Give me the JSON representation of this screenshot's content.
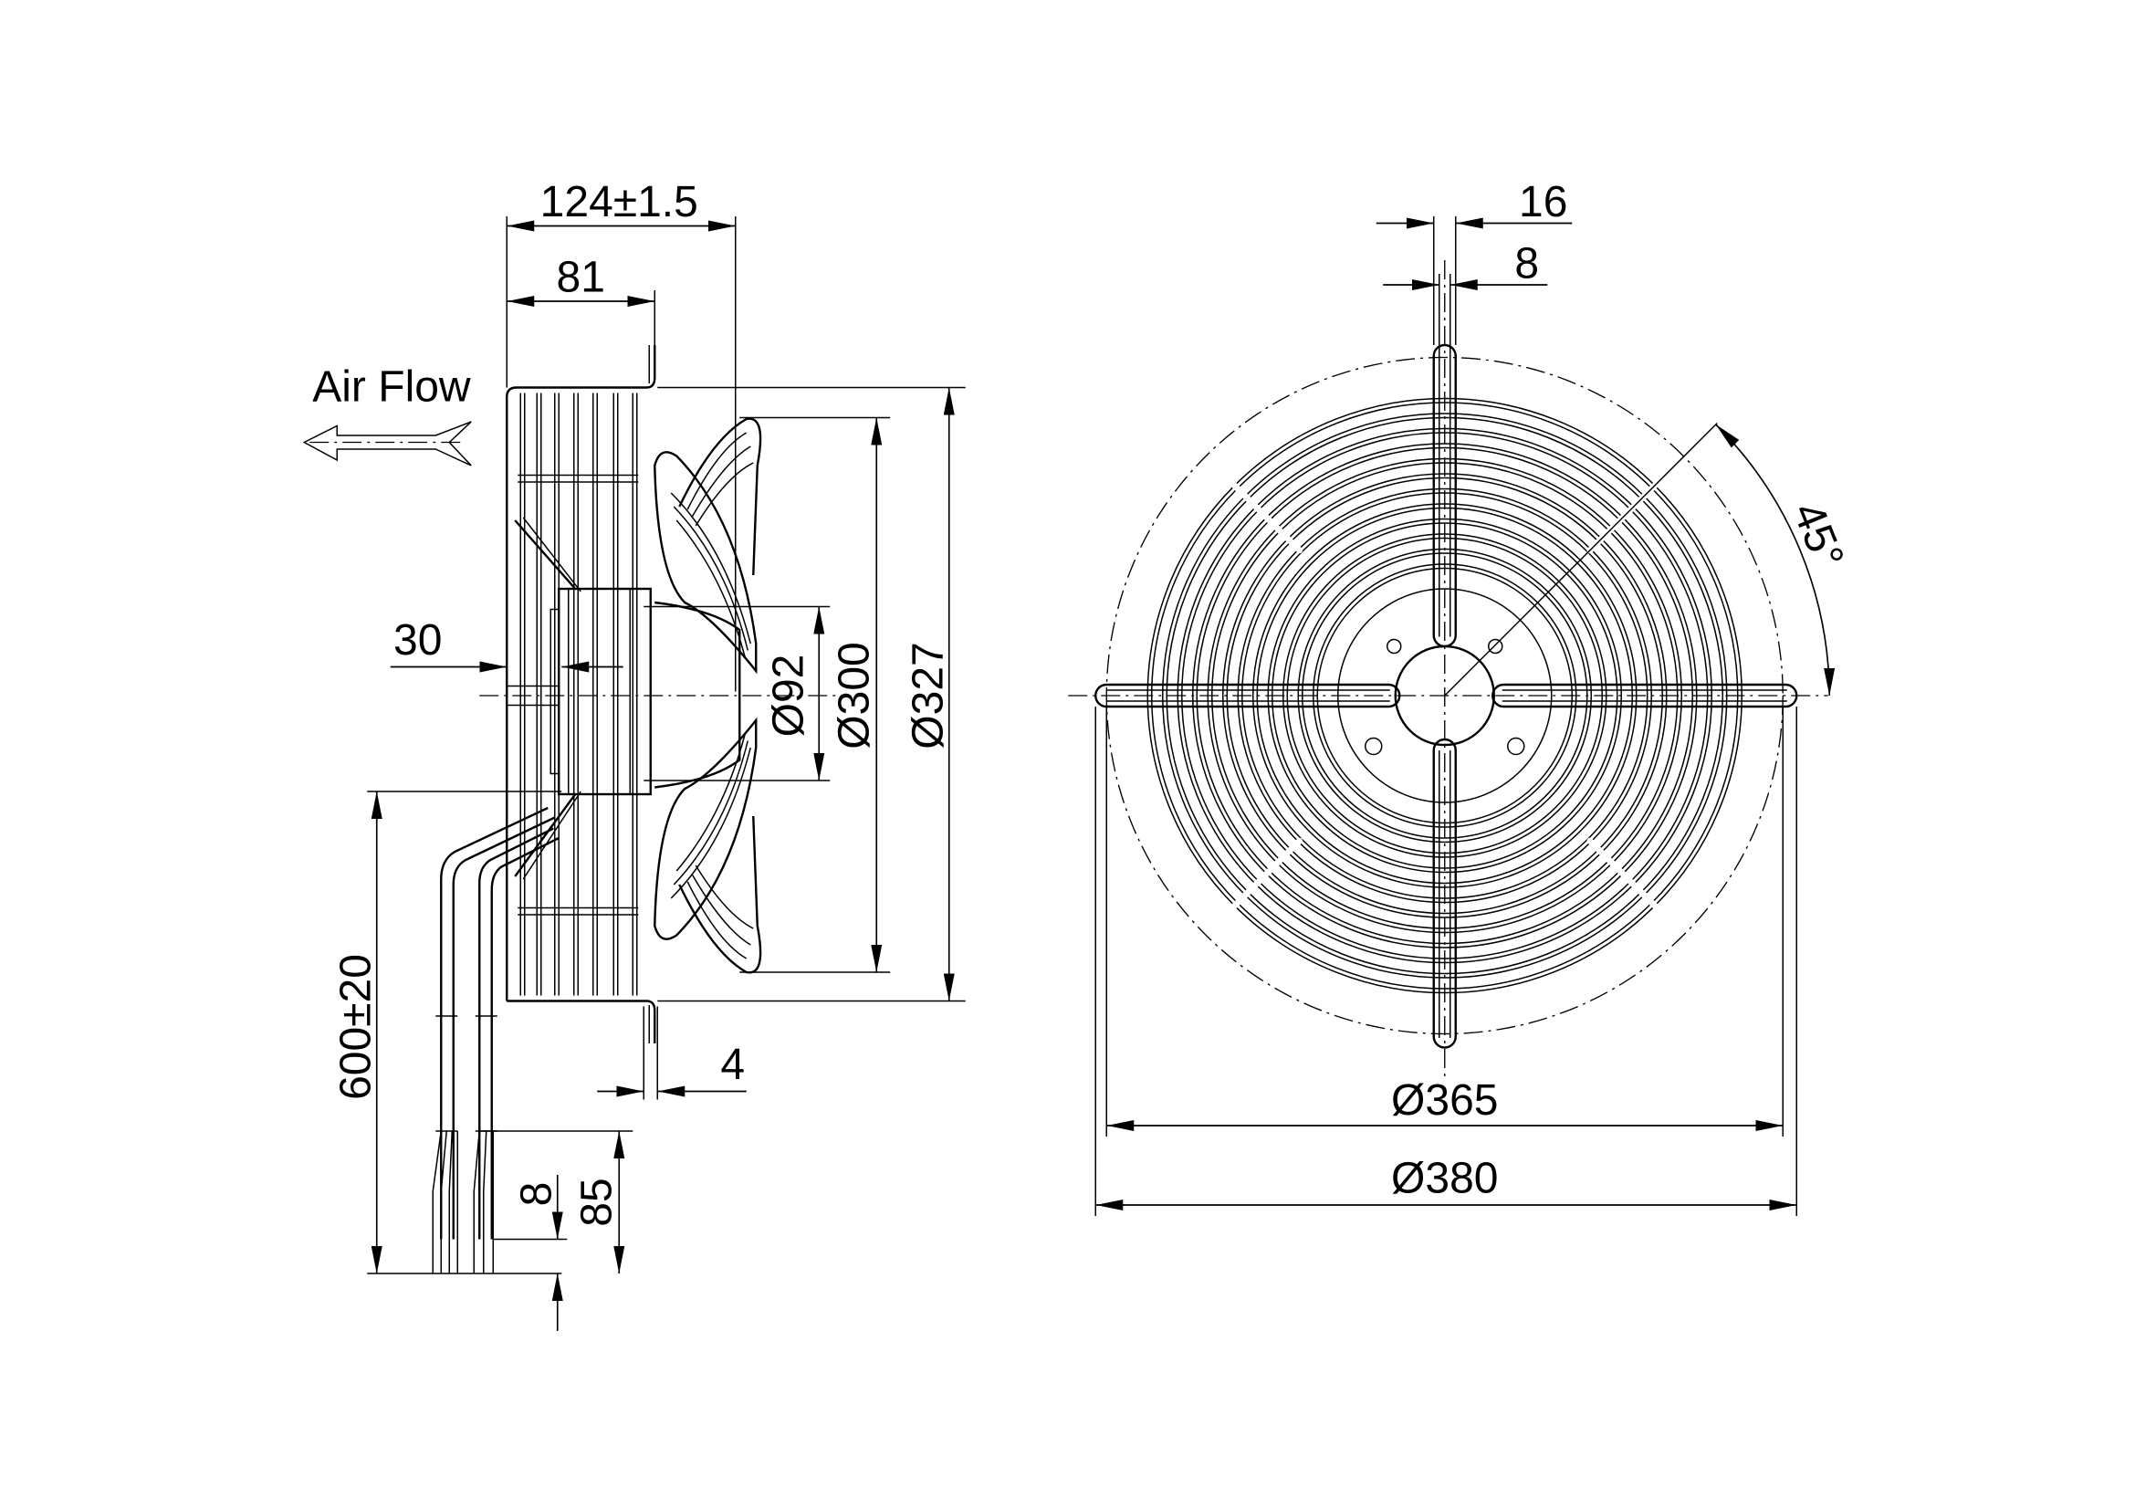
{
  "side_view": {
    "airflow_label": "Air Flow",
    "dim_overall_depth": "124±1.5",
    "dim_flange_depth": "81",
    "dim_hub_offset": "30",
    "dim_hub_diameter": "Ø92",
    "dim_impeller_diameter": "Ø300",
    "dim_frame_diameter": "Ø327",
    "dim_cable_length": "600±20",
    "dim_flange_thickness": "4",
    "dim_strip_length": "85",
    "dim_wire_end": "8"
  },
  "front_view": {
    "dim_bar_width": "16",
    "dim_slot_width": "8",
    "dim_angle": "45°",
    "dim_hole_circle": "Ø365",
    "dim_outer": "Ø380"
  },
  "colors": {
    "line": "#000000",
    "background": "#ffffff"
  }
}
